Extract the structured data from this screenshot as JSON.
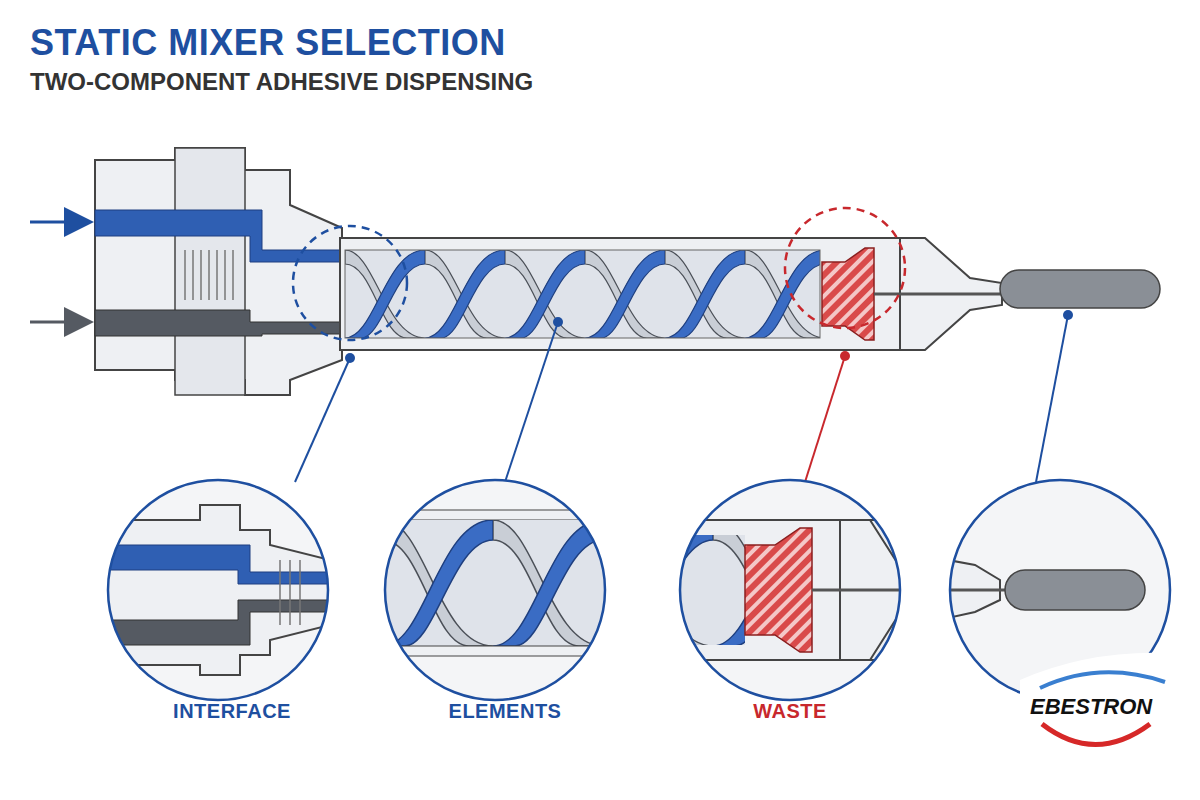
{
  "diagram": {
    "title": "STATIC MIXER SELECTION",
    "labels": [
      "TWO-COMPONENT ADHESIVE DISPENSING",
      "INTERFACE",
      "ELEMENTS",
      "WASTE",
      "EBESTRON"
    ]
  }
}
